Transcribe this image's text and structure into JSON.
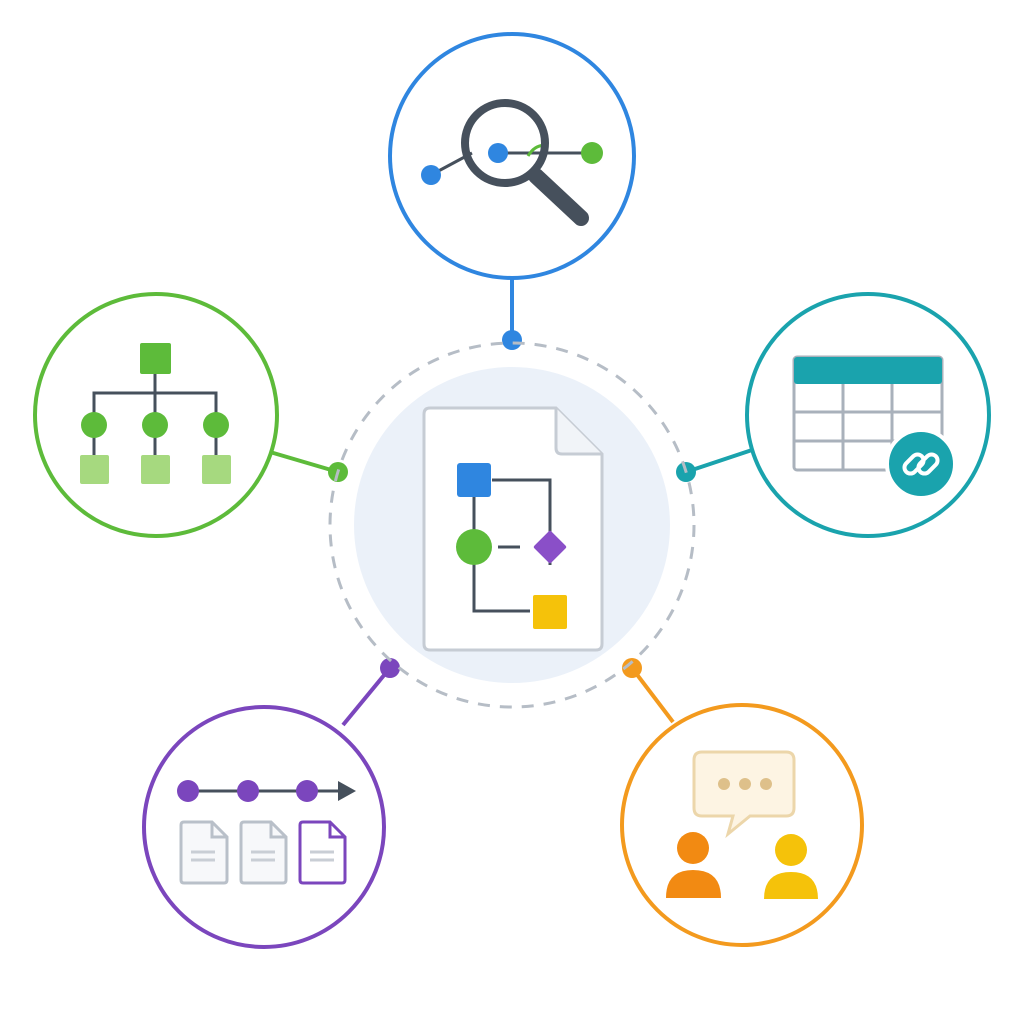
{
  "colors": {
    "blue": "#2f86e0",
    "green": "#5dbb3a",
    "teal": "#1aa3ad",
    "purple": "#7b46bd",
    "orange": "#f39a1e",
    "yellow": "#f5c20a",
    "dark": "#46505c",
    "gray_dashed": "#b6bdc6",
    "hub_fill": "#ebf1f9"
  },
  "nodes": [
    {
      "id": "analysis",
      "icon": "magnifier-network-icon",
      "color": "#2f86e0"
    },
    {
      "id": "hierarchy",
      "icon": "org-chart-icon",
      "color": "#5dbb3a"
    },
    {
      "id": "linked-table",
      "icon": "table-link-icon",
      "color": "#1aa3ad"
    },
    {
      "id": "versioned-documents",
      "icon": "timeline-documents-icon",
      "color": "#7b46bd"
    },
    {
      "id": "collaboration",
      "icon": "chat-people-icon",
      "color": "#f39a1e"
    }
  ],
  "hub": {
    "icon": "flowchart-document-icon"
  }
}
